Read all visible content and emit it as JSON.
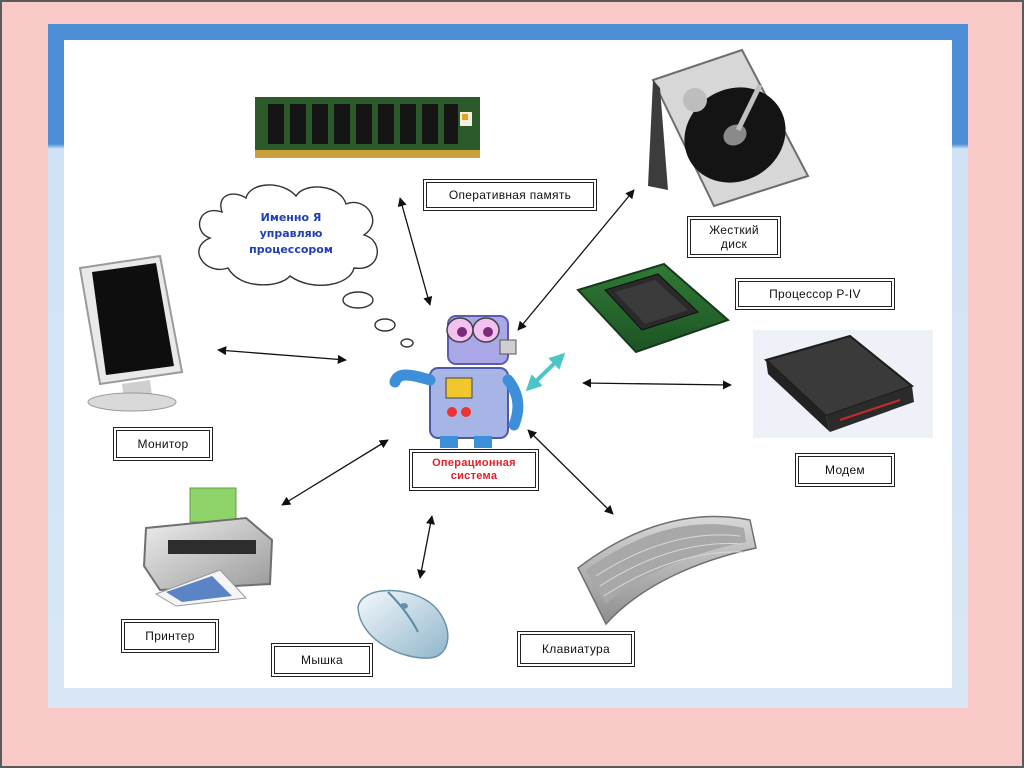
{
  "diagram": {
    "thought_bubble": "Именно Я\nуправляю\nпроцессором",
    "center_label": "Операционная система",
    "devices": {
      "ram": "Оперативная память",
      "hdd": "Жесткий диск",
      "cpu": "Процессор P-IV",
      "modem": "Модем",
      "monitor": "Монитор",
      "printer": "Принтер",
      "mouse": "Мышка",
      "keyboard": "Клавиатура"
    }
  },
  "colors": {
    "background": "#f9c9c8",
    "slide_top": "#4d8fd6",
    "slide_bottom": "#d9e7f5",
    "center_text": "#e0212a",
    "bubble_text": "#1f3fb5"
  }
}
